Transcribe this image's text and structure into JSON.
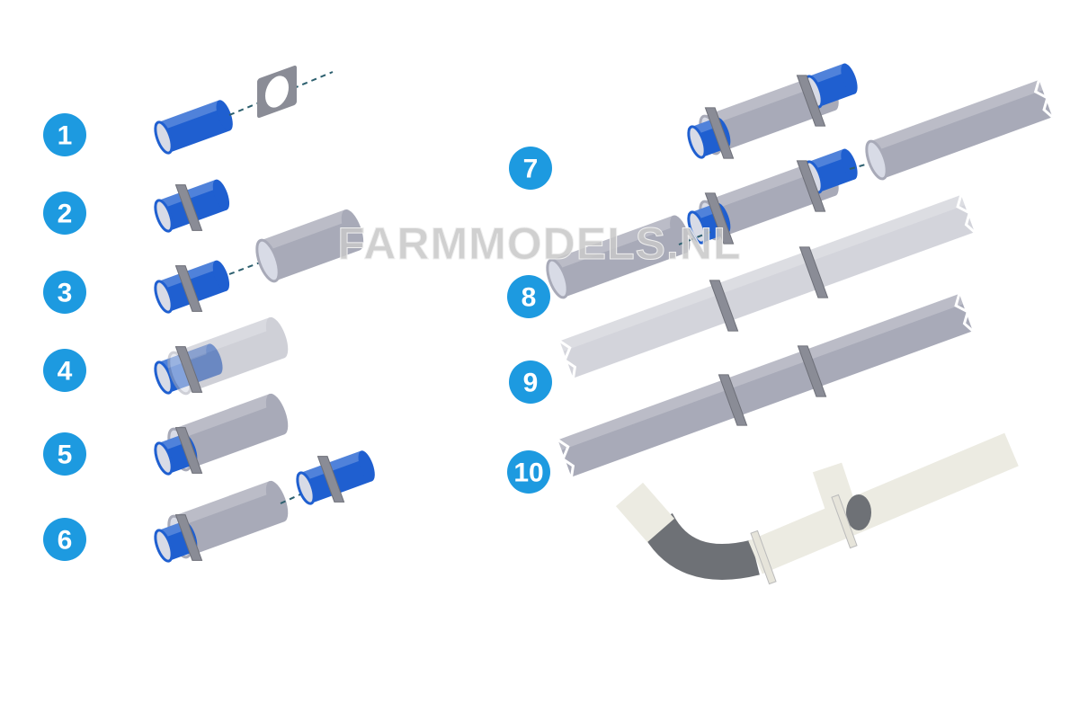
{
  "watermark": "FARMMODELS.NL",
  "steps": [
    "1",
    "2",
    "3",
    "4",
    "5",
    "6",
    "7",
    "8",
    "9",
    "10"
  ],
  "colors": {
    "badge": "#1d9ae0",
    "blue_part": "#1f5fd0",
    "gray_pipe": "#a8aab8",
    "flange": "#8a8c96",
    "white_pipe": "#ecebe2",
    "elbow": "#6e7176"
  }
}
